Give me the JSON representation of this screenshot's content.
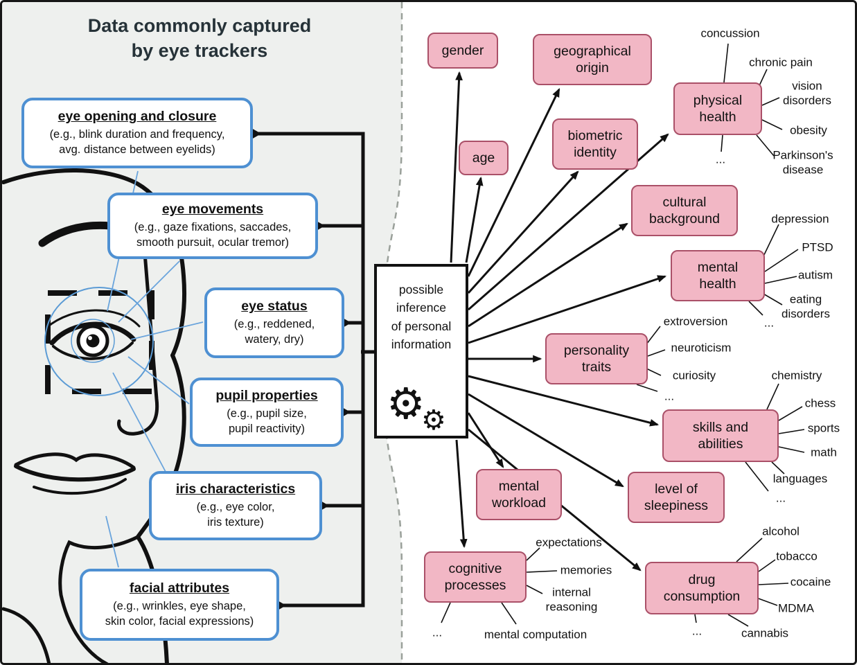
{
  "title": "Data commonly captured\nby eye trackers",
  "captured": [
    {
      "heading": "eye opening and closure",
      "detail": "(e.g., blink duration and frequency,\navg. distance between eyelids)"
    },
    {
      "heading": "eye movements",
      "detail": "(e.g., gaze fixations, saccades,\nsmooth pursuit, ocular tremor)"
    },
    {
      "heading": "eye status",
      "detail": "(e.g., reddened,\nwatery, dry)"
    },
    {
      "heading": "pupil properties",
      "detail": "(e.g., pupil size,\npupil reactivity)"
    },
    {
      "heading": "iris characteristics",
      "detail": "(e.g., eye color,\niris texture)"
    },
    {
      "heading": "facial attributes",
      "detail": "(e.g., wrinkles, eye shape,\nskin color, facial expressions)"
    }
  ],
  "center": {
    "label": "possible\ninference\nof personal\ninformation",
    "gear_icon": "⚙"
  },
  "inferences": [
    {
      "label": "gender"
    },
    {
      "label": "geographical\norigin"
    },
    {
      "label": "age"
    },
    {
      "label": "biometric\nidentity"
    },
    {
      "label": "physical\nhealth"
    },
    {
      "label": "cultural\nbackground"
    },
    {
      "label": "mental\nhealth"
    },
    {
      "label": "personality\ntraits"
    },
    {
      "label": "skills and\nabilities"
    },
    {
      "label": "mental\nworkload"
    },
    {
      "label": "level of\nsleepiness"
    },
    {
      "label": "cognitive\nprocesses"
    },
    {
      "label": "drug\nconsumption"
    }
  ],
  "examples": {
    "physical_health": [
      "concussion",
      "chronic pain",
      "vision\ndisorders",
      "obesity",
      "Parkinson's\ndisease",
      "..."
    ],
    "mental_health": [
      "depression",
      "PTSD",
      "autism",
      "eating\ndisorders",
      "..."
    ],
    "personality_traits": [
      "extroversion",
      "neuroticism",
      "curiosity",
      "..."
    ],
    "skills_and_abilities": [
      "chemistry",
      "chess",
      "sports",
      "math",
      "languages",
      "..."
    ],
    "cognitive_processes": [
      "expectations",
      "memories",
      "internal\nreasoning",
      "mental computation",
      "..."
    ],
    "drug_consumption": [
      "alcohol",
      "tobacco",
      "cocaine",
      "MDMA",
      "cannabis",
      "..."
    ]
  },
  "colors": {
    "capture_box_border": "#4e90d2",
    "inference_node_fill": "#f2b7c5",
    "inference_node_border": "#aa5068",
    "left_panel_bg": "#eef0ee"
  }
}
